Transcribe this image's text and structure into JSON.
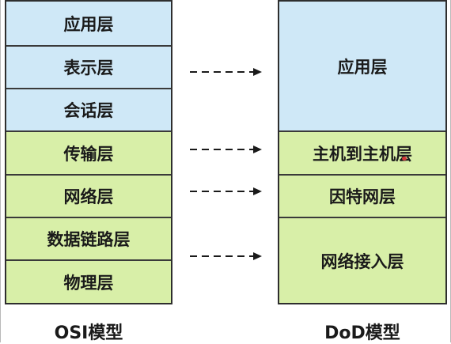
{
  "osi": {
    "caption": "OSI模型",
    "layers": [
      "应用层",
      "表示层",
      "会话层",
      "传输层",
      "网络层",
      "数据链路层",
      "物理层"
    ]
  },
  "dod": {
    "caption": "DoD模型",
    "layers": [
      "应用层",
      "主机到主机层",
      "因特网层",
      "网络接入层"
    ]
  },
  "colors": {
    "upper_layers": "#cfe8f7",
    "lower_layers": "#d8efa8",
    "border": "#2e2e2e"
  }
}
